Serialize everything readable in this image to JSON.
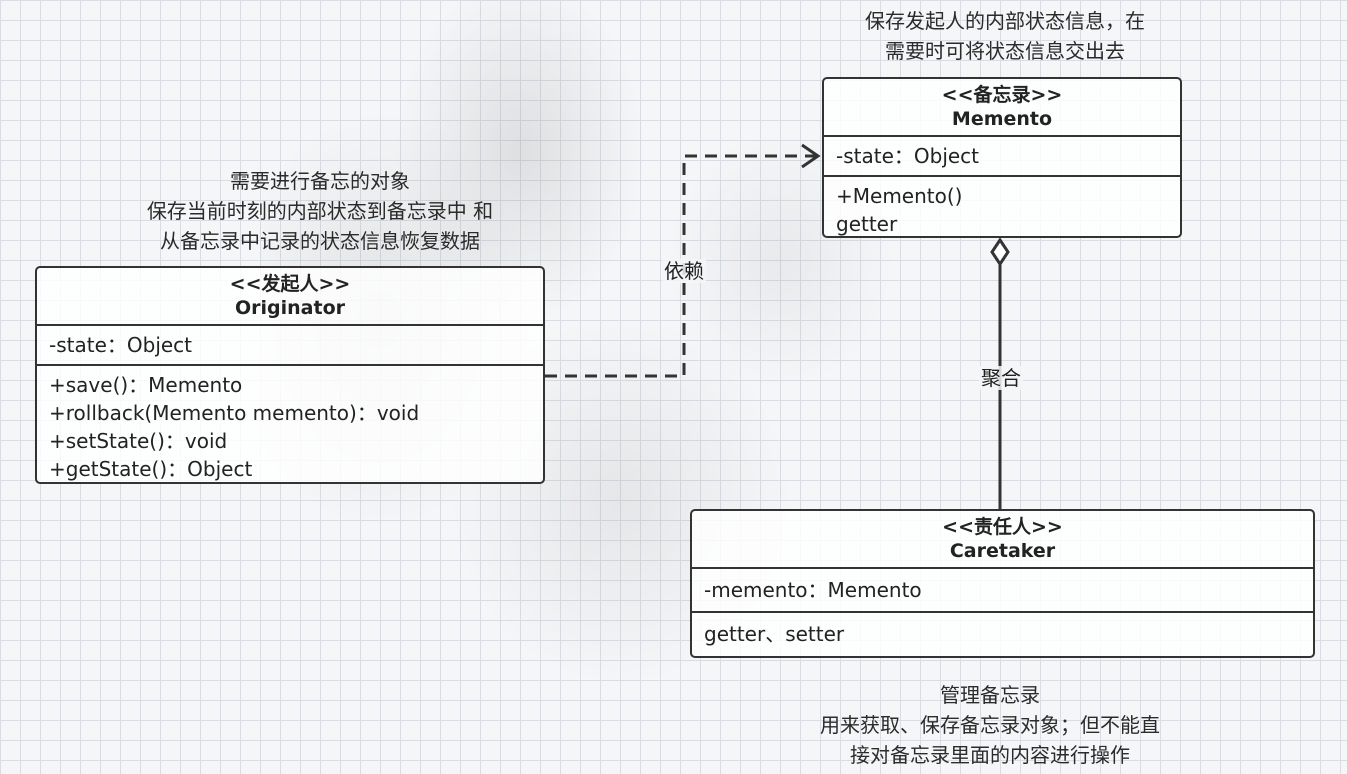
{
  "notes": {
    "memento_note": "保存发起人的内部状态信息，在\n需要时可将状态信息交出去",
    "originator_note": "需要进行备忘的对象\n保存当前时刻的内部状态到备忘录中 和\n从备忘录中记录的状态信息恢复数据",
    "caretaker_note": "管理备忘录\n用来获取、保存备忘录对象；但不能直\n接对备忘录里面的内容进行操作"
  },
  "memento": {
    "stereotype": "<<备忘录>>",
    "name": "Memento",
    "attributes": [
      "-state：Object"
    ],
    "methods": [
      "+Memento()",
      "getter"
    ]
  },
  "originator": {
    "stereotype": "<<发起人>>",
    "name": "Originator",
    "attributes": [
      "-state：Object"
    ],
    "methods": [
      "+save()：Memento",
      "+rollback(Memento memento)：void",
      "+setState()：void",
      "+getState()：Object"
    ]
  },
  "caretaker": {
    "stereotype": "<<责任人>>",
    "name": "Caretaker",
    "attributes": [
      "-memento：Memento"
    ],
    "methods": [
      "getter、setter"
    ]
  },
  "relations": {
    "dependency_label": "依赖",
    "aggregation_label": "聚合"
  }
}
